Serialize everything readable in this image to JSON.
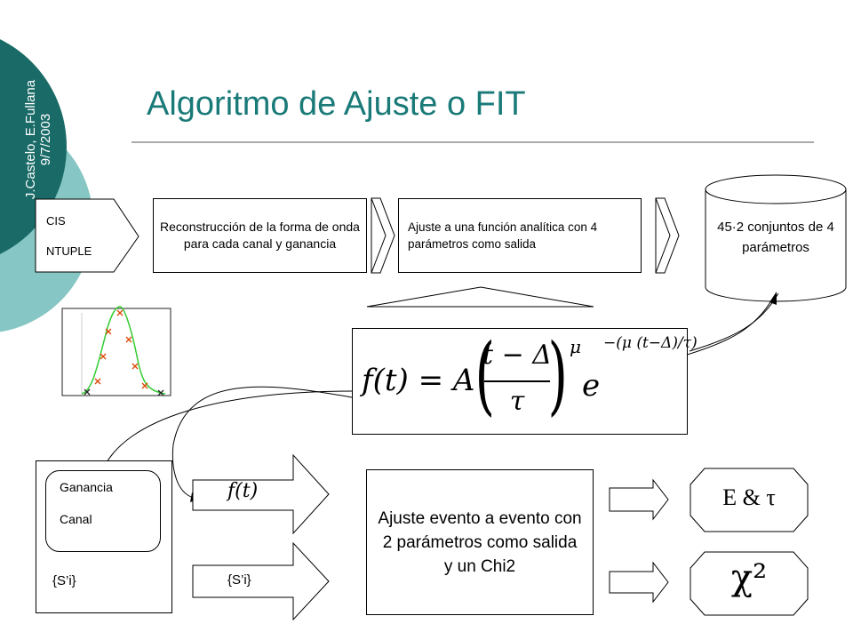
{
  "side_label": {
    "line1": "J.Castelo, E.Fullana",
    "line2": "9/7/2003"
  },
  "title": "Algoritmo de Ajuste o FIT",
  "flow": {
    "input_line1": "CIS",
    "input_line2": "NTUPLE",
    "step1": "Reconstrucción de la forma de onda para cada canal y ganancia",
    "step2": "Ajuste a una función analítica con 4 parámetros como salida",
    "output": "45·2 conjuntos de 4 parámetros"
  },
  "formula": {
    "lhs": "f(t) = A",
    "num": "t − Δ",
    "den": "τ",
    "power": "μ",
    "exp_base": "e",
    "exp_content": "−(μ (t−Δ)/τ)"
  },
  "bottom": {
    "gain_label": "Ganancia",
    "channel_label": "Canal",
    "samples_left": "{S’i}",
    "f_arrow_label": "f(t)",
    "samples_arrow_label": "{S’i}",
    "fit_box": "Ajuste evento a evento con 2 parámetros como salida y un Chi2",
    "result1": "E & τ",
    "result2": "χ²"
  },
  "colors": {
    "title": "#1a7a78",
    "decor_dark": "#1a6b68",
    "decor_light": "#86c6c4",
    "curve_green": "#33cc33",
    "sample_marker": "#dd4400"
  }
}
